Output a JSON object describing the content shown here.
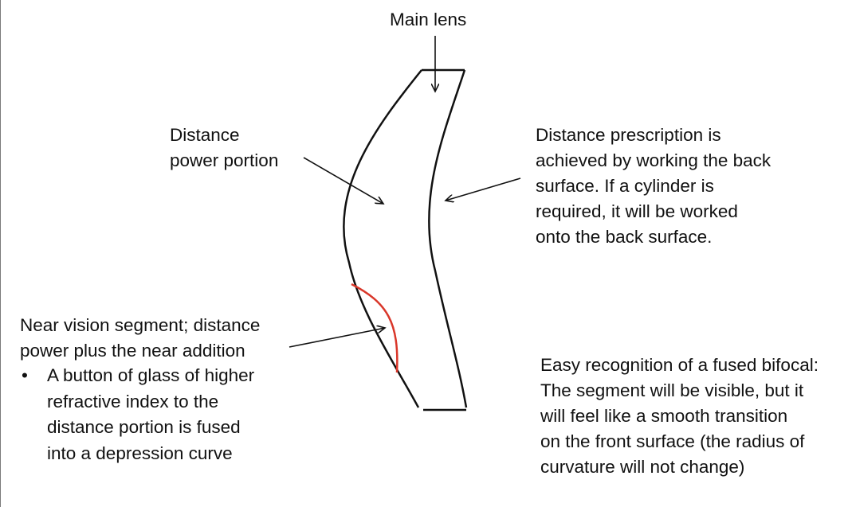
{
  "labels": {
    "main_lens": "Main lens",
    "distance_power": [
      "Distance",
      "power portion"
    ],
    "distance_prescription": [
      "Distance prescription is",
      "achieved by working the back",
      "surface. If a cylinder is",
      "required, it will be worked",
      "onto the back surface."
    ],
    "near_vision": [
      "Near vision segment; distance",
      "power plus the near addition"
    ],
    "near_vision_bullet": {
      "marker": "•",
      "lines": [
        "A button of glass of higher",
        "refractive index to the",
        "distance portion is fused",
        "into a depression curve"
      ]
    },
    "fused_bifocal": [
      "Easy recognition of a fused bifocal:",
      "The segment will be visible, but it",
      "will feel like a smooth transition",
      "on the front surface (the radius of",
      "curvature will not change)"
    ]
  },
  "colors": {
    "outline": "#111111",
    "segment": "#d9372a",
    "text": "#111111"
  }
}
